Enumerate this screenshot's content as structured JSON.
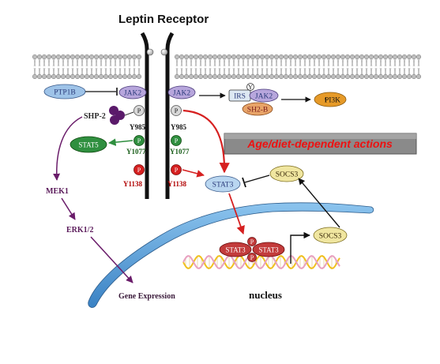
{
  "title": "Leptin Receptor",
  "nodes": {
    "ptp1b": "PTP1B",
    "jak2_left": "JAK2",
    "jak2_right": "JAK2",
    "irs": "IRS",
    "jak2_complex": "JAK2",
    "sh2b": "SH2-B",
    "pi3k": "PI3K",
    "pi3k_arrow": "↑",
    "shp2": "SHP-2",
    "stat5": "STAT5",
    "stat3": "STAT3",
    "socs3_cyto": "SOCS3",
    "socs3_nuc": "SOCS3",
    "stat3_dimer_a": "STAT3",
    "stat3_dimer_b": "STAT3",
    "mek1": "MEK1",
    "erk": "ERK1/2",
    "gene_expression": "Gene Expression",
    "nucleus": "nucleus"
  },
  "sites": {
    "y985_left": "Y985",
    "y985_right": "Y985",
    "y1077_left": "Y1077",
    "y1077_right": "Y1077",
    "y1138_left": "Y1138",
    "y1138_right": "Y1138"
  },
  "phospho_label": "P",
  "y_label": "Y",
  "age_banner": "Age/diet-dependent actions",
  "colors": {
    "membrane": "#9a9a9a",
    "receptor": "#111111",
    "jak2": "#b7a6dc",
    "ptp1b": "#9ec3e8",
    "stat5": "#2f8f3f",
    "stat3": "#b9d6f0",
    "socs3": "#f0e6a0",
    "stat3_dimer": "#c23b3b",
    "pi3k": "#e69a28",
    "sh2b": "#e8a468",
    "red_arrow": "#d62020",
    "purple_arrow": "#6a1c6a",
    "dna_a": "#f0c020",
    "dna_b": "#e8a0c0",
    "nucleus": "#5aa0d8",
    "banner": "#8a8a8a"
  }
}
